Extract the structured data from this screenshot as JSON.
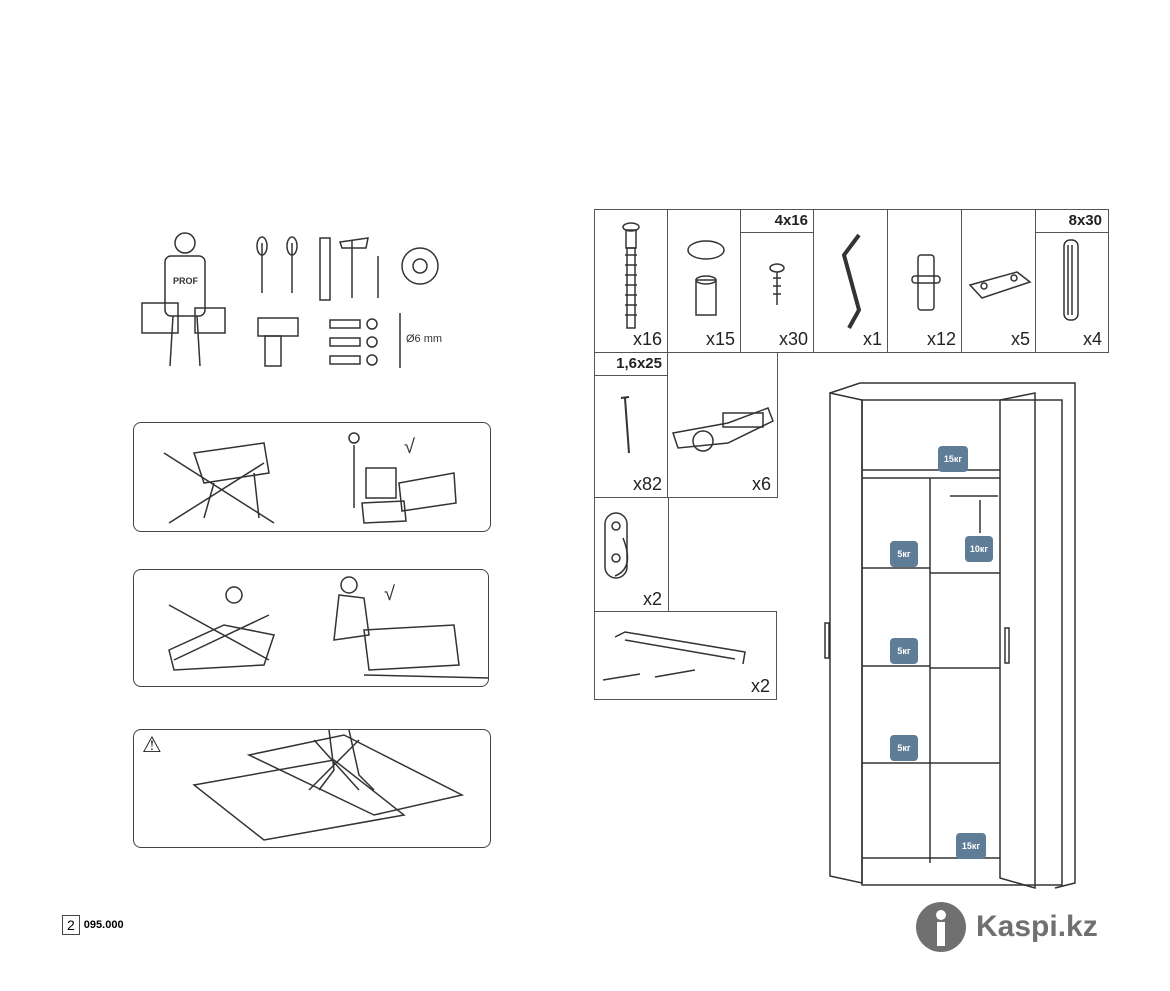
{
  "tools": {
    "cap_text": "PROF",
    "drill_bit": "Ø6 mm"
  },
  "warning_symbol": "⚠",
  "check_mark": "√",
  "hardware": [
    {
      "size": "",
      "qty": "x16",
      "icon": "screw-long"
    },
    {
      "size": "",
      "qty": "x15",
      "icon": "cam-lock"
    },
    {
      "size": "4x16",
      "qty": "x30",
      "icon": "screw-short"
    },
    {
      "size": "",
      "qty": "x1",
      "icon": "hex-key"
    },
    {
      "size": "",
      "qty": "x12",
      "icon": "shelf-pin"
    },
    {
      "size": "",
      "qty": "x5",
      "icon": "connector-plate"
    },
    {
      "size": "8x30",
      "qty": "x4",
      "icon": "dowel"
    },
    {
      "size": "1,6x25",
      "qty": "x82",
      "icon": "nail"
    },
    {
      "size": "",
      "qty": "x6",
      "icon": "hinge"
    },
    {
      "size": "",
      "qty": "x2",
      "icon": "rail-holder"
    },
    {
      "size": "",
      "qty": "x2",
      "icon": "handle"
    }
  ],
  "weights": [
    "15кг",
    "5кг",
    "10кг",
    "5кг",
    "5кг",
    "15кг"
  ],
  "footer": {
    "page": "2",
    "code": "095.000",
    "brand": "Kaspi.kz"
  },
  "colors": {
    "weight": "#5f7d96",
    "brand": "#707070"
  }
}
